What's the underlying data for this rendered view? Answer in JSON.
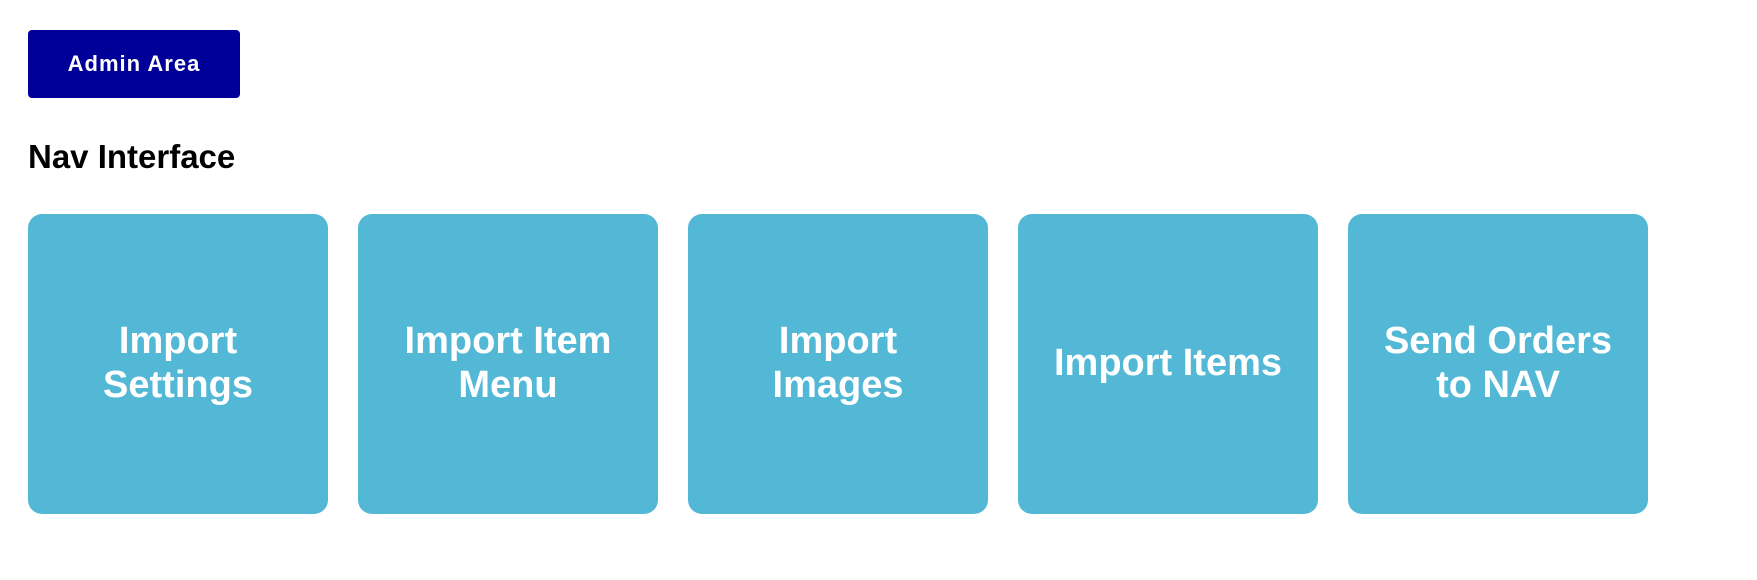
{
  "header": {
    "admin_button_label": "Admin Area"
  },
  "section": {
    "title": "Nav Interface"
  },
  "tiles": [
    {
      "label": "Import Settings"
    },
    {
      "label": "Import Item Menu"
    },
    {
      "label": "Import Images"
    },
    {
      "label": "Import Items"
    },
    {
      "label": "Send Orders to NAV"
    }
  ],
  "colors": {
    "admin_button_bg": "#000099",
    "tile_bg": "#52b8d6",
    "tile_text": "#ffffff"
  }
}
